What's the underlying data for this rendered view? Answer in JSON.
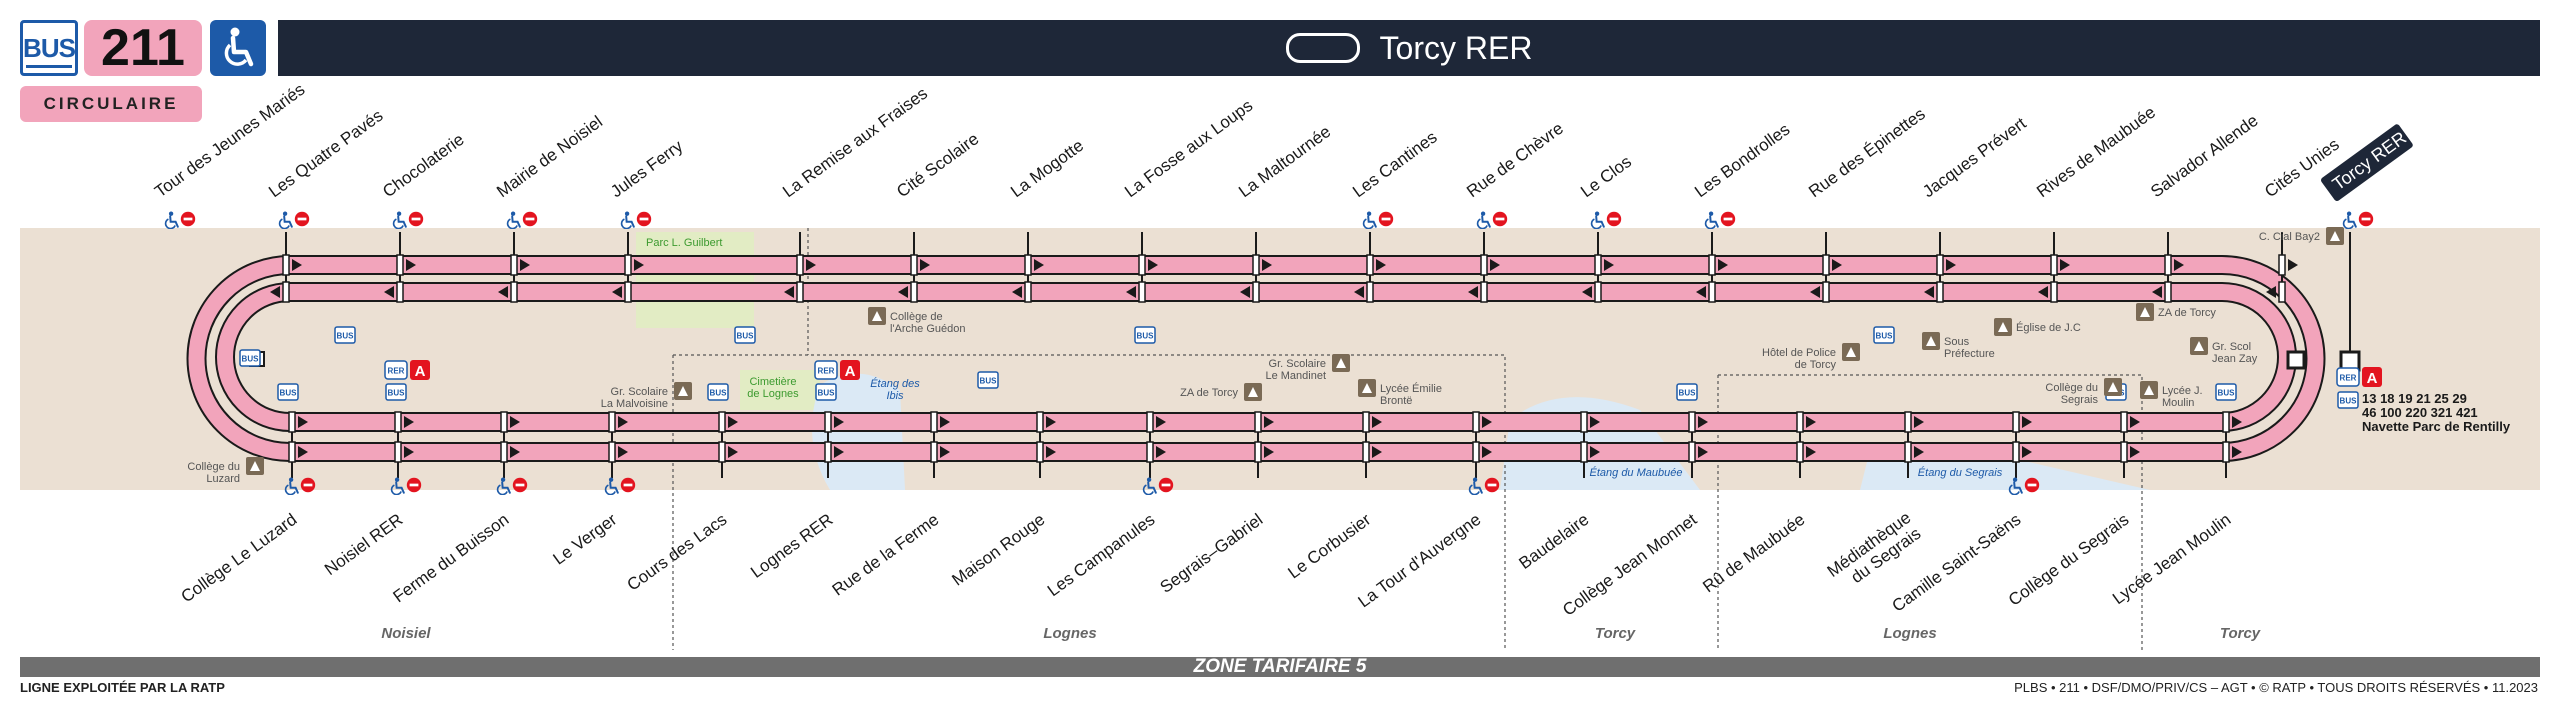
{
  "header": {
    "mode_label": "BUS",
    "line_number": "211",
    "line_type": "CIRCULAIRE",
    "destination": "Torcy RER"
  },
  "top_stops": [
    {
      "name": "Tour des Jeunes Mariés",
      "accessible": true,
      "no_entry": true
    },
    {
      "name": "Les Quatre Pavés",
      "accessible": true,
      "no_entry": true
    },
    {
      "name": "Chocolaterie",
      "accessible": true,
      "no_entry": true
    },
    {
      "name": "Mairie de Noisiel",
      "accessible": true,
      "no_entry": true
    },
    {
      "name": "Jules Ferry",
      "accessible": true,
      "no_entry": true
    },
    {
      "name": "La Remise aux Fraises",
      "accessible": false,
      "no_entry": false
    },
    {
      "name": "Cité Scolaire",
      "accessible": false,
      "no_entry": false
    },
    {
      "name": "La Mogotte",
      "accessible": false,
      "no_entry": false
    },
    {
      "name": "La Fosse aux Loups",
      "accessible": false,
      "no_entry": false
    },
    {
      "name": "La Maltournée",
      "accessible": false,
      "no_entry": false
    },
    {
      "name": "Les Cantines",
      "accessible": true,
      "no_entry": true
    },
    {
      "name": "Rue de Chèvre",
      "accessible": true,
      "no_entry": true
    },
    {
      "name": "Le Clos",
      "accessible": true,
      "no_entry": true
    },
    {
      "name": "Les Bondrolles",
      "accessible": true,
      "no_entry": true
    },
    {
      "name": "Rue des Épinettes",
      "accessible": false,
      "no_entry": false
    },
    {
      "name": "Jacques Prévert",
      "accessible": false,
      "no_entry": false
    },
    {
      "name": "Rives de Maubuée",
      "accessible": false,
      "no_entry": false
    },
    {
      "name": "Salvador Allende",
      "accessible": false,
      "no_entry": false
    },
    {
      "name": "Cités Unies",
      "accessible": false,
      "no_entry": false
    }
  ],
  "terminus": {
    "name": "Torcy RER",
    "accessible": true,
    "no_entry": true
  },
  "bottom_stops": [
    {
      "name": "Collège Le Luzard",
      "accessible": true,
      "no_entry": true
    },
    {
      "name": "Noisiel RER",
      "accessible": true,
      "no_entry": true
    },
    {
      "name": "Ferme du Buisson",
      "accessible": true,
      "no_entry": true
    },
    {
      "name": "Le Verger",
      "accessible": true,
      "no_entry": true
    },
    {
      "name": "Cours des Lacs",
      "accessible": false,
      "no_entry": false
    },
    {
      "name": "Lognes RER",
      "accessible": false,
      "no_entry": false
    },
    {
      "name": "Rue de la Ferme",
      "accessible": false,
      "no_entry": false
    },
    {
      "name": "Maison  Rouge",
      "accessible": false,
      "no_entry": false
    },
    {
      "name": "Les Campanules",
      "accessible": true,
      "no_entry": true
    },
    {
      "name": "Segrais–Gabriel",
      "accessible": false,
      "no_entry": false
    },
    {
      "name": "Le Corbusier",
      "accessible": false,
      "no_entry": false
    },
    {
      "name": "La Tour d'Auvergne",
      "accessible": true,
      "no_entry": true
    },
    {
      "name": "Baudelaire",
      "accessible": false,
      "no_entry": false
    },
    {
      "name": "Collège Jean Monnet",
      "accessible": false,
      "no_entry": false
    },
    {
      "name": "Rû de Maubuée",
      "accessible": false,
      "no_entry": false
    },
    {
      "name": "Médiathèque du Segrais",
      "accessible": false,
      "no_entry": false
    },
    {
      "name": "Camille Saint-Saëns",
      "accessible": true,
      "no_entry": true
    },
    {
      "name": "Collège du Segrais",
      "accessible": false,
      "no_entry": false
    },
    {
      "name": "Lycée Jean Moulin",
      "accessible": false,
      "no_entry": false
    }
  ],
  "communes": [
    "Noisiel",
    "Lognes",
    "Torcy",
    "Lognes",
    "Torcy"
  ],
  "landmarks": [
    {
      "label": "Parc L. Guilbert",
      "kind": "park"
    },
    {
      "label": "Collège de l'Arche Guédon",
      "kind": "school"
    },
    {
      "label": "C. Cial Bay2",
      "kind": "shop"
    },
    {
      "label": "ZA de Torcy",
      "kind": "industry"
    },
    {
      "label": "Église de J.C",
      "kind": "church"
    },
    {
      "label": "Sous Préfecture",
      "kind": "building"
    },
    {
      "label": "Hôtel de Police de Torcy",
      "kind": "police"
    },
    {
      "label": "Gr. Scol Jean Zay",
      "kind": "school"
    },
    {
      "label": "Lycée J. Moulin",
      "kind": "school"
    },
    {
      "label": "Collège du Segrais",
      "kind": "school"
    },
    {
      "label": "Étang du Segrais",
      "kind": "water"
    },
    {
      "label": "Étang du Maubuée",
      "kind": "water"
    },
    {
      "label": "Gr. Scolaire Le Mandinet",
      "kind": "school"
    },
    {
      "label": "Lycée Émilie Brontë",
      "kind": "school"
    },
    {
      "label": "ZA de Torcy",
      "kind": "industry"
    },
    {
      "label": "Étang des Ibis",
      "kind": "water"
    },
    {
      "label": "Cimetière de Lognes",
      "kind": "park"
    },
    {
      "label": "Gr. Scolaire La Malvoisine",
      "kind": "school"
    },
    {
      "label": "Collège du Luzard",
      "kind": "school"
    }
  ],
  "connections": {
    "bus_label": "BUS",
    "rer_label": "RER",
    "rer_line": "A",
    "torcy_lines": "13 18 19 21 25 29",
    "torcy_lines_2": "46 100 220 321 421",
    "torcy_navette": "Navette Parc de Rentilly"
  },
  "zone": "ZONE TARIFAIRE 5",
  "footer": {
    "operator": "LIGNE EXPLOITÉE PAR LA RATP",
    "credits": "PLBS • 211 • DSF/DMO/PRIV/CS – AGT • © RATP • TOUS DROITS RÉSERVÉS • 11.2023"
  },
  "colors": {
    "route": "#f2a4bb",
    "header": "#1e2738",
    "background": "#ebe0d3",
    "accent": "#1d5aa8",
    "no_entry": "#e3141f"
  }
}
